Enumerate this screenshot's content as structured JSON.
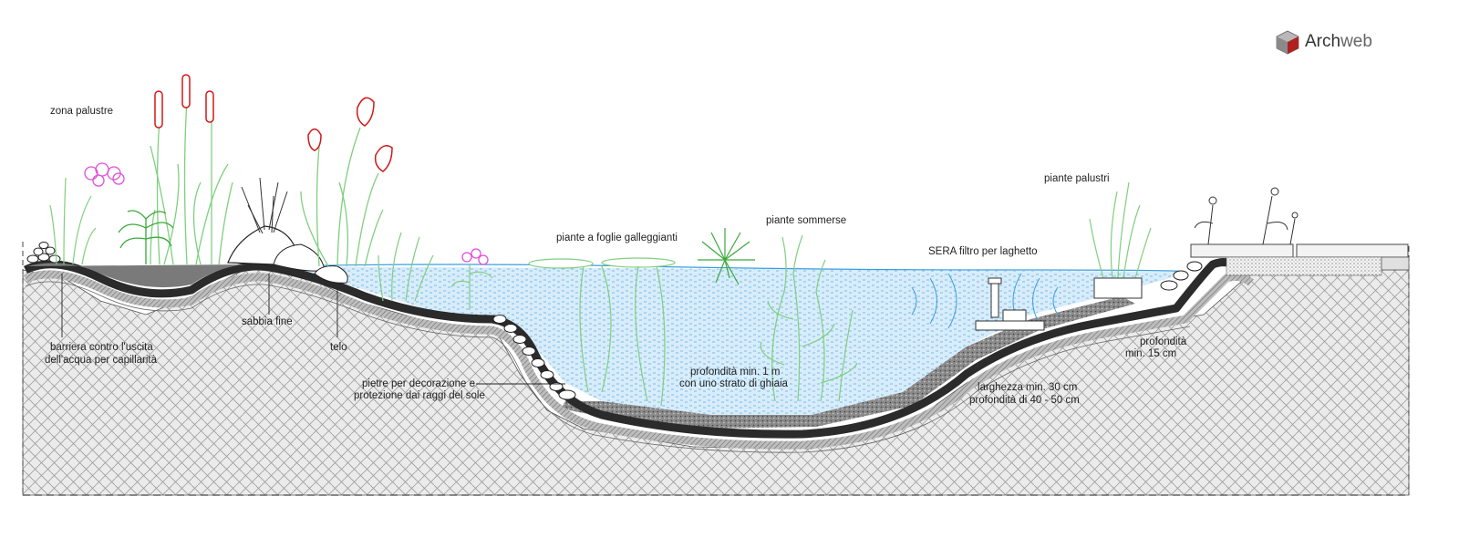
{
  "brand": {
    "name_part1": "Arch",
    "name_part2": "web"
  },
  "labels": {
    "zona_palustre": "zona palustre",
    "piante_galleggianti": "piante a foglie galleggianti",
    "piante_sommerse": "piante sommerse",
    "sera_filtro": "SERA filtro per laghetto",
    "piante_palustri": "piante palustri",
    "sabbia_fine": "sabbia fine",
    "telo": "telo",
    "barriera_l1": "barriera contro l'uscita",
    "barriera_l2": "dell'acqua per capillarità",
    "pietre_l1": "pietre per decorazione e",
    "pietre_l2": "protezione dai raggi del sole",
    "prof_min_l1": "profondità min. 1 m",
    "prof_min_l2": "con uno strato di ghiaia",
    "larghezza_l1": "larghezza min. 30 cm",
    "larghezza_l2": "profondità di 40 - 50 cm",
    "prof15_l1": "profondità",
    "prof15_l2": "min. 15 cm"
  },
  "colors": {
    "water": "#cfe6f7",
    "water_line": "#3a9ee0",
    "liner": "#2b2b2b",
    "sand": "#9a9a9a",
    "soil": "#e3e3e3",
    "plant_green": "#7fcf7f",
    "cattail_red": "#d01818",
    "flower_pink": "#e050d8",
    "logo_red": "#b02020"
  },
  "icons": {
    "logo": "cube-logo-icon"
  }
}
